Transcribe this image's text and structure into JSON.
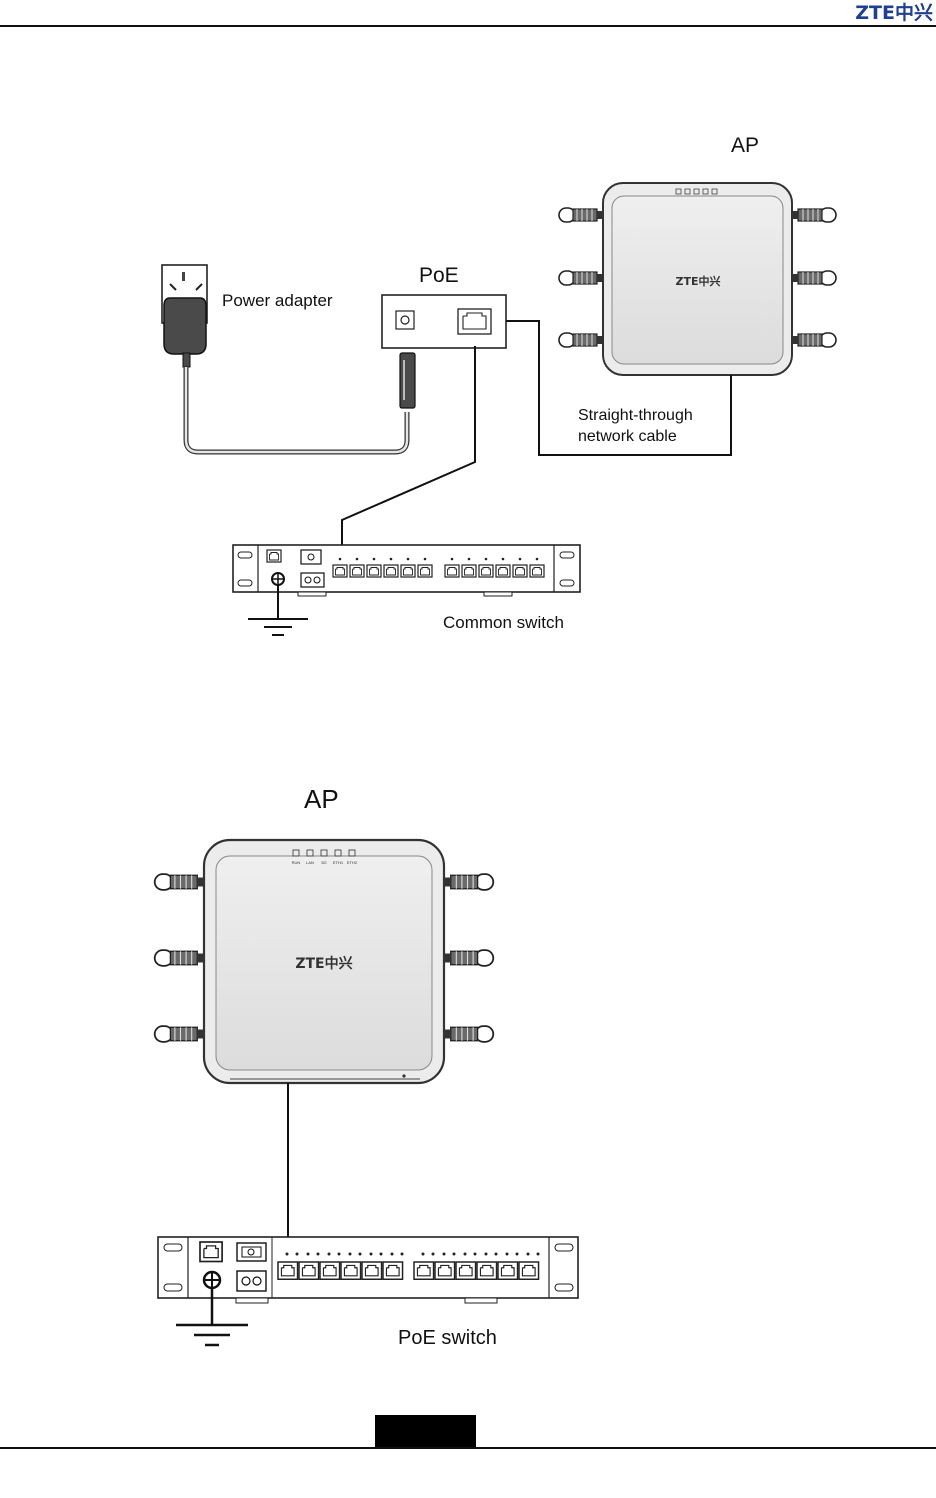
{
  "header": {
    "brand_logo": "ZTE中兴",
    "brand_color": "#1f3f8f"
  },
  "diagram1": {
    "ap_label": "AP",
    "ap_logo": "ZTE中兴",
    "poe_label": "PoE",
    "power_adapter_label": "Power adapter",
    "cable_label_line1": "Straight-through",
    "cable_label_line2": "network cable",
    "switch_label": "Common switch"
  },
  "diagram2": {
    "ap_label": "AP",
    "ap_logo": "ZTE中兴",
    "led_labels": [
      "RUN",
      "LAN",
      "5G",
      "ETH1",
      "ETH2"
    ],
    "switch_label": "PoE switch"
  },
  "footer": {
    "page_tab_color": "#000000"
  }
}
